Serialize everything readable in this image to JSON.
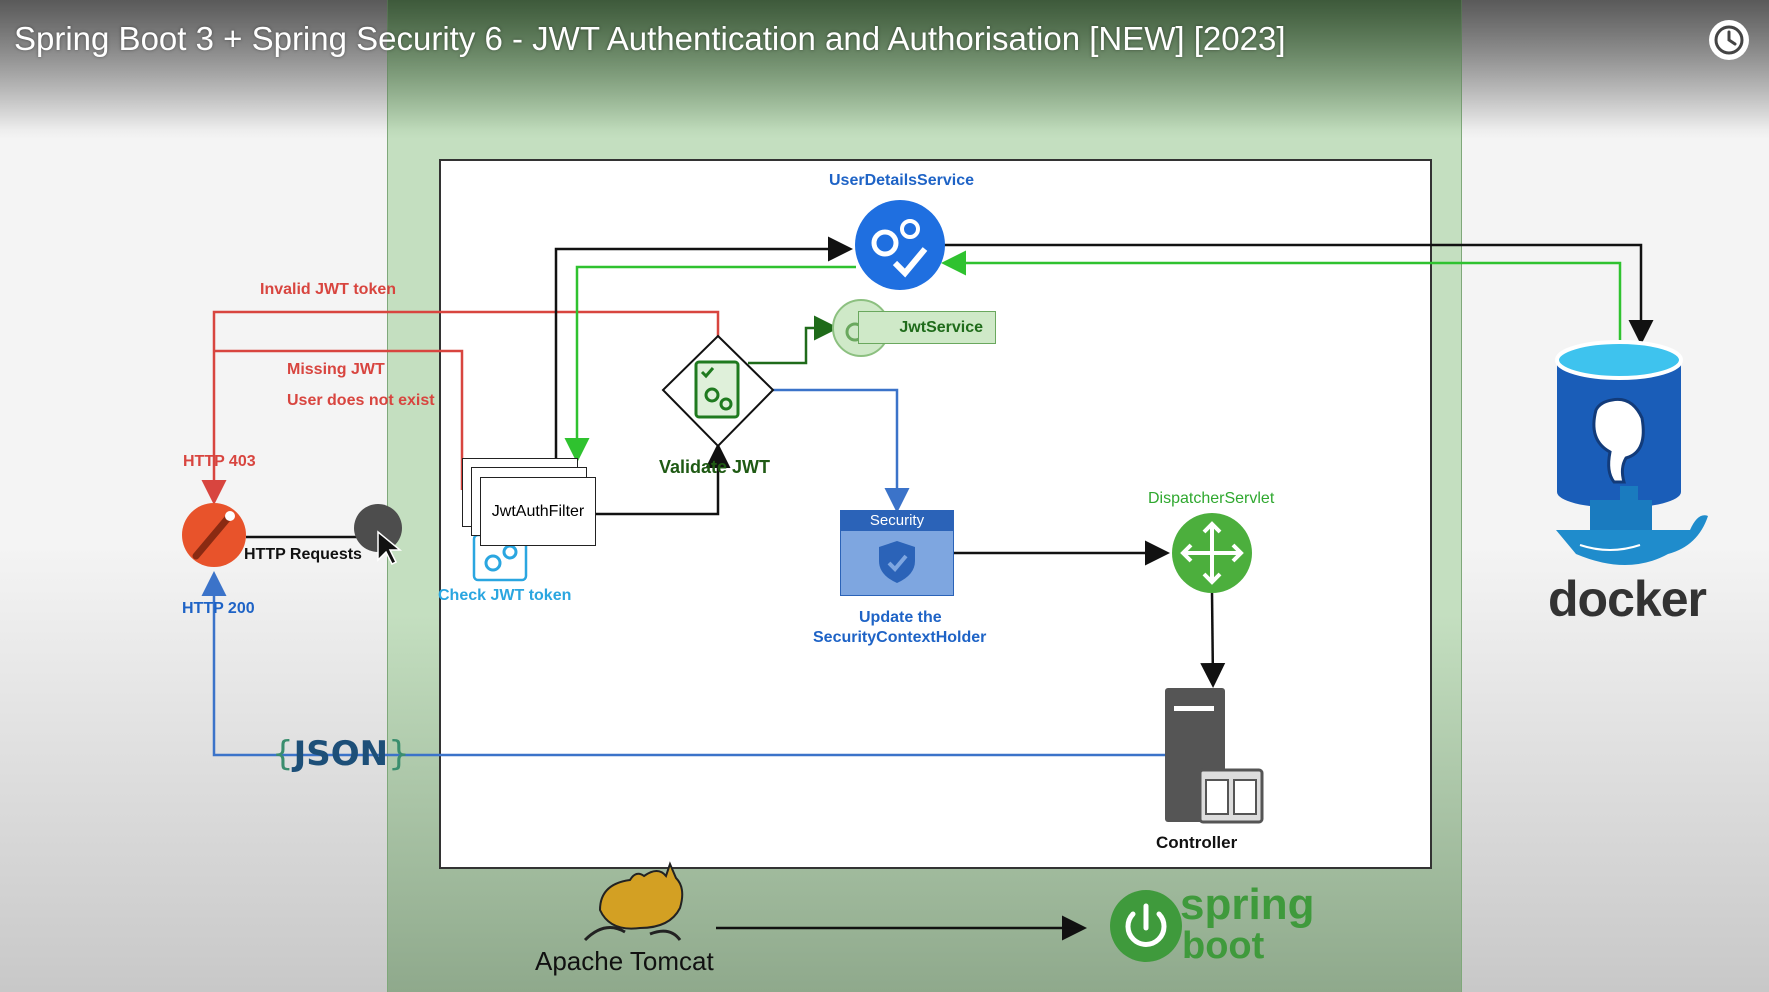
{
  "video": {
    "title": "Spring Boot 3 + Spring Security 6 - JWT Authentication and Authorisation [NEW] [2023]",
    "watch_later_icon": "clock-icon"
  },
  "diagram": {
    "labels": {
      "invalid_jwt": "Invalid JWT token",
      "missing_jwt": "Missing JWT",
      "user_not_exist": "User does not exist",
      "http_403": "HTTP 403",
      "http_200": "HTTP 200",
      "http_requests": "HTTP Requests",
      "check_jwt": "Check JWT token",
      "jwt_auth_filter": "JwtAuthFilter",
      "validate_jwt": "Validate JWT",
      "user_details_service": "UserDetailsService",
      "jwt_service": "JwtService",
      "security": "Security",
      "update_line1": "Update the",
      "update_line2": "SecurityContextHolder",
      "dispatcher_servlet": "DispatcherServlet",
      "controller": "Controller",
      "json": "JSON",
      "docker": "docker",
      "apache_tomcat": "Apache Tomcat",
      "spring": "spring",
      "boot": "boot"
    },
    "colors": {
      "error_red": "#d8453f",
      "success_green": "#2fc22f",
      "flow_black": "#111111",
      "response_blue": "#3b73c9",
      "spring_green": "#3f9a3c",
      "postgres_blue": "#1a5db8"
    },
    "icons": [
      "postman-icon",
      "cursor-icon",
      "gear-icon",
      "gear-check-icon",
      "document-gears-icon",
      "shield-check-icon",
      "router-icon",
      "server-icon",
      "postgres-elephant-icon",
      "docker-whale-icon",
      "tomcat-cat-icon",
      "spring-power-icon"
    ]
  }
}
